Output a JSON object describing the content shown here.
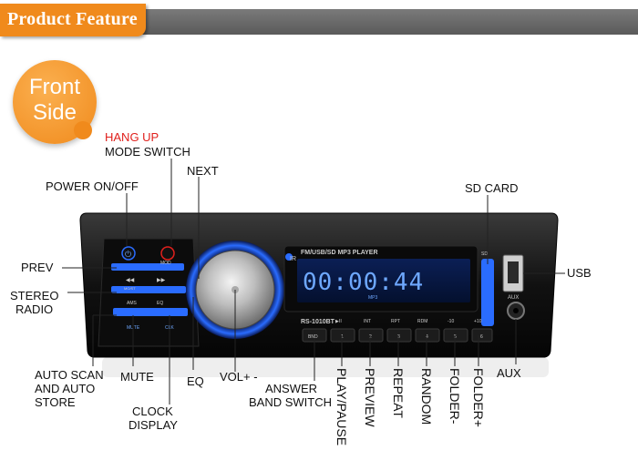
{
  "header": {
    "title": "Product Feature"
  },
  "badge": {
    "line1": "Front",
    "line2": "Side"
  },
  "colors": {
    "accent": "#f08a1c",
    "banner": "#6a6a6a",
    "hangup": "#e0201c",
    "display_blue": "#2a6cff"
  },
  "device": {
    "model_strip": "FM/USB/SD MP3 PLAYER",
    "model_no": "RS-1010BT",
    "lcd": "00:00:44",
    "lcd_sub": "MP3",
    "ir": "IR",
    "sd_slot": "SD",
    "aux_port": "AUX",
    "keys": {
      "power": "⏻",
      "mod": "MOD",
      "band": "BND",
      "prev": "◀◀",
      "next": "▶▶",
      "mute": "MUTE",
      "clk": "CLK",
      "ams": "AMS",
      "eq": "EQ",
      "mono": "MO/ST",
      "play": "▶II",
      "int": "INT",
      "rpt": "RPT",
      "rdm": "RDM",
      "minus10": "-10",
      "plus10": "+10"
    },
    "numbers": [
      "1",
      "2",
      "3",
      "4",
      "5",
      "6"
    ]
  },
  "labels": {
    "hang_up": "HANG UP",
    "mode_switch": "MODE SWITCH",
    "next": "NEXT",
    "power": "POWER ON/OFF",
    "sd_card": "SD CARD",
    "prev": "PREV",
    "usb": "USB",
    "stereo": "STEREO",
    "radio": "RADIO",
    "auto_scan_1": "AUTO SCAN",
    "auto_scan_2": "AND AUTO",
    "auto_scan_3": "STORE",
    "mute": "MUTE",
    "eq": "EQ",
    "vol": "VOL+ -",
    "answer": "ANSWER",
    "band_switch": "BAND SWITCH",
    "clock": "CLOCK",
    "display": "DISPLAY",
    "aux": "AUX",
    "play_pause": "PLAY/PAUSE",
    "preview": "PREVIEW",
    "repeat": "REPEAT",
    "random": "RANDOM",
    "folder_minus": "FOLDER-",
    "folder_plus": "FOLDER+"
  }
}
